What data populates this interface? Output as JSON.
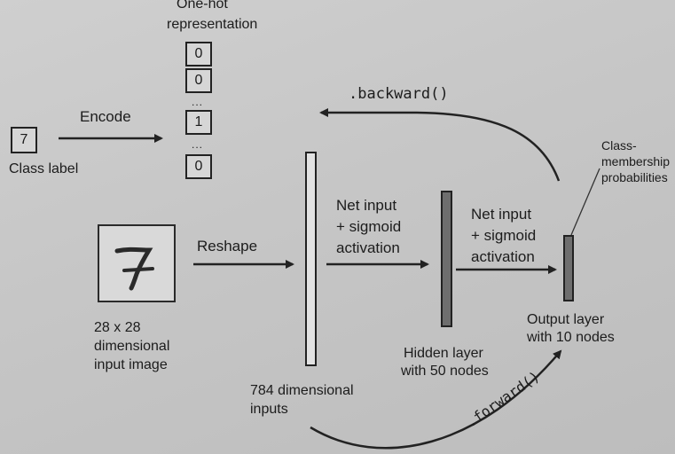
{
  "class_label": {
    "value": "7",
    "caption": "Class label"
  },
  "encode_label": "Encode",
  "one_hot": {
    "caption_line1": "One-hot",
    "caption_line2": "representation",
    "cells": [
      "0",
      "0",
      "1",
      "0"
    ],
    "ellipsis": "..."
  },
  "input_image": {
    "caption_line1": "28 x 28",
    "caption_line2": "dimensional",
    "caption_line3": "input image"
  },
  "reshape_label": "Reshape",
  "inputs_layer": {
    "caption_line1": "784 dimensional",
    "caption_line2": "inputs"
  },
  "net_input_1": {
    "line1": "Net input",
    "line2": "+ sigmoid",
    "line3": "activation"
  },
  "hidden_layer": {
    "caption_line1": "Hidden layer",
    "caption_line2": "with 50 nodes"
  },
  "net_input_2": {
    "line1": "Net input",
    "line2": "+ sigmoid",
    "line3": "activation"
  },
  "output_layer": {
    "caption_line1": "Output layer",
    "caption_line2": "with 10 nodes"
  },
  "class_membership": {
    "line1": "Class-",
    "line2": "membership",
    "line3": "probabilities"
  },
  "backward_label": ".backward()",
  "forward_label": ".forward()",
  "colors": {
    "ink": "#1c1c1c",
    "background": "#c8c8c8",
    "bar_fill": "#6e6e6e"
  }
}
